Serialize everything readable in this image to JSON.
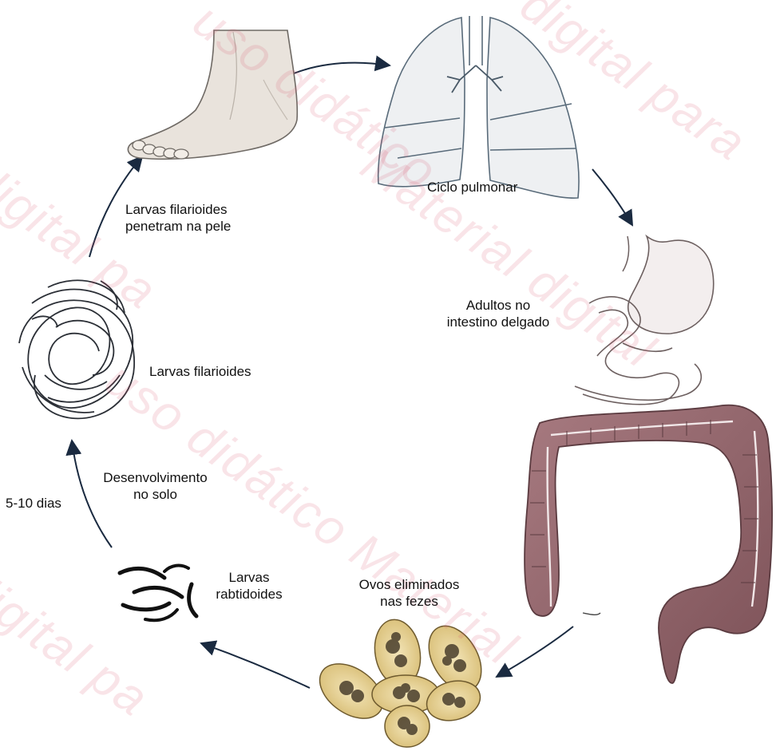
{
  "labels": {
    "lung": "Ciclo pulmonar",
    "skin_line1": "Larvas filarioides",
    "skin_line2": "penetram na pele",
    "adults_line1": "Adultos no",
    "adults_line2": "intestino delgado",
    "filariform": "Larvas filarioides",
    "dev_line1": "Desenvolvimento",
    "dev_line2": "no solo",
    "days": "5-10 dias",
    "rhab_line1": "Larvas",
    "rhab_line2": "rabtidoides",
    "eggs_line1": "Ovos eliminados",
    "eggs_line2": "nas fezes"
  },
  "watermark": {
    "wm1": "uso didático",
    "wm2": "digital para",
    "wm3": "Material digital",
    "wm4": "digital pa",
    "wm5": "uso didático Material",
    "wm6": "digital pa"
  },
  "colors": {
    "watermark": "#dc5a6e",
    "intestine": "#9b6b70",
    "eggs": "#e8d49a",
    "line": "#1a2a40"
  },
  "icons": [
    "foot-icon",
    "lungs-icon",
    "stomach-icon",
    "intestine-icon",
    "eggs-icon",
    "rhabditiform-larvae-icon",
    "filariform-larvae-icon"
  ]
}
